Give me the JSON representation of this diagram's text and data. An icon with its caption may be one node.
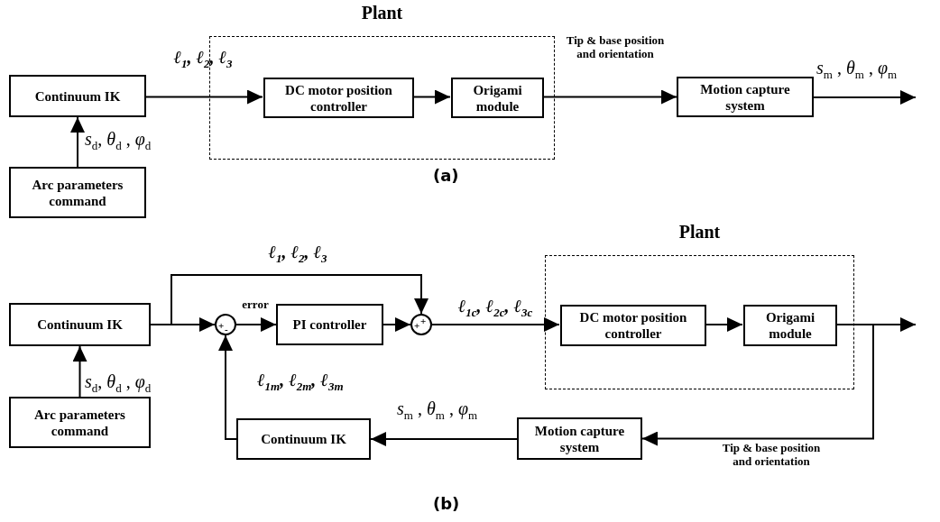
{
  "diagram": {
    "nodes": [
      {
        "text": [
          "Plant"
        ]
      },
      {
        "text": [
          "Continuum IK"
        ]
      },
      {
        "text": [
          "Arc parameters command"
        ]
      },
      {
        "text": [
          "DC motor position controller"
        ],
        "in": 0
      },
      {
        "text": [
          "Origami module"
        ],
        "in": 0
      },
      {
        "text": [
          "Motion capture system"
        ]
      },
      {
        "text": [
          "Continuum IK"
        ]
      },
      {
        "text": [
          "Arc parameters command"
        ]
      },
      {
        "text": [
          "+",
          "-"
        ]
      },
      {
        "text": [
          "PI controller"
        ]
      },
      {
        "text": [
          "+",
          "+"
        ]
      },
      {
        "text": [
          "Plant"
        ]
      },
      {
        "text": [
          "DC motor position controller"
        ],
        "in": 11
      },
      {
        "text": [
          "Origami module"
        ],
        "in": 11
      },
      {
        "text": [
          "Motion capture system"
        ]
      },
      {
        "text": [
          "Continuum IK"
        ]
      }
    ],
    "edges": [
      {
        "from": 1,
        "to": 3,
        "arrow": "to",
        "label": "ℓ$_{1}$, ℓ$_{2}$, ℓ$_{3}$"
      },
      {
        "from": 2,
        "to": 1,
        "arrow": "to",
        "label": "*s*$_{d}$, *θ*$_{d}$ , *φ*$_{d}$"
      },
      {
        "from": 3,
        "to": 4,
        "arrow": "to"
      },
      {
        "from": 4,
        "to": 5,
        "arrow": "to",
        "label": "Tip & base position and orientation"
      },
      {
        "from": 5,
        "to": null,
        "arrow": "to",
        "label": "*s*$_{m}$ , *θ*$_{m}$ , *φ*$_{m}$"
      },
      {
        "from": 6,
        "to": 8,
        "arrow": "to"
      },
      {
        "from": 6,
        "to": 10,
        "arrow": "to",
        "label": "ℓ$_{1}$, ℓ$_{2}$, ℓ$_{3}$"
      },
      {
        "from": 7,
        "to": 6,
        "arrow": "to",
        "label": "*s*$_{d}$, *θ*$_{d}$ , *φ*$_{d}$"
      },
      {
        "from": 8,
        "to": 9,
        "arrow": "to",
        "label": "error"
      },
      {
        "from": 9,
        "to": 10,
        "arrow": "to"
      },
      {
        "from": 10,
        "to": 12,
        "arrow": "to",
        "label": "ℓ$_{1c}$, ℓ$_{2c}$, ℓ$_{3c}$"
      },
      {
        "from": 12,
        "to": 13,
        "arrow": "to"
      },
      {
        "from": 13,
        "to": null,
        "arrow": "to"
      },
      {
        "from": 13,
        "to": 14,
        "arrow": "to",
        "label": "Tip & base position and orientation"
      },
      {
        "from": 14,
        "to": 15,
        "arrow": "to",
        "label": "*s*$_{m}$ , *θ*$_{m}$ , *φ*$_{m}$"
      },
      {
        "from": 15,
        "to": 8,
        "arrow": "to",
        "label": "ℓ$_{1m}$, ℓ$_{2m}$, ℓ$_{3m}$"
      }
    ],
    "labels": [
      "(a)",
      "(b)"
    ]
  }
}
